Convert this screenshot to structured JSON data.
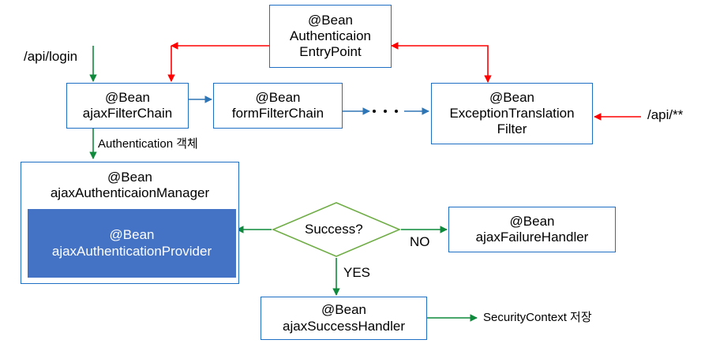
{
  "diagram": {
    "title_note": "Spring Security Ajax authentication flow",
    "colors": {
      "box_border_blue": "#1f6fc4",
      "provider_fill_blue": "#4472c4",
      "arrow_green": "#0f8a3c",
      "arrow_red": "#ff0000",
      "arrow_blue": "#2e75b6",
      "diamond_green": "#70ad47",
      "text_black": "#000000",
      "text_white": "#ffffff"
    },
    "nodes": {
      "entry_point": {
        "line1": "@Bean",
        "line2": "Authenticaion",
        "line3": "EntryPoint"
      },
      "ajax_filter_chain": {
        "line1": "@Bean",
        "line2": "ajaxFilterChain"
      },
      "form_filter_chain": {
        "line1": "@Bean",
        "line2": "formFilterChain"
      },
      "exception_translation_filter": {
        "line1": "@Bean",
        "line2": "ExceptionTranslation",
        "line3": "Filter"
      },
      "ajax_authentication_manager": {
        "line1": "@Bean",
        "line2": "ajaxAuthenticaionManager"
      },
      "ajax_authentication_provider": {
        "line1": "@Bean",
        "line2": "ajaxAuthenticationProvider"
      },
      "ajax_failure_handler": {
        "line1": "@Bean",
        "line2": "ajaxFailureHandler"
      },
      "ajax_success_handler": {
        "line1": "@Bean",
        "line2": "ajaxSuccessHandler"
      },
      "decision": {
        "label": "Success?"
      }
    },
    "labels": {
      "api_login": "/api/login",
      "api_wildcard": "/api/**",
      "authentication_object": "Authentication 객체",
      "edge_no": "NO",
      "edge_yes": "YES",
      "security_context_save": "SecurityContext 저장"
    },
    "ellipsis": {
      "dot_count": 3
    }
  }
}
